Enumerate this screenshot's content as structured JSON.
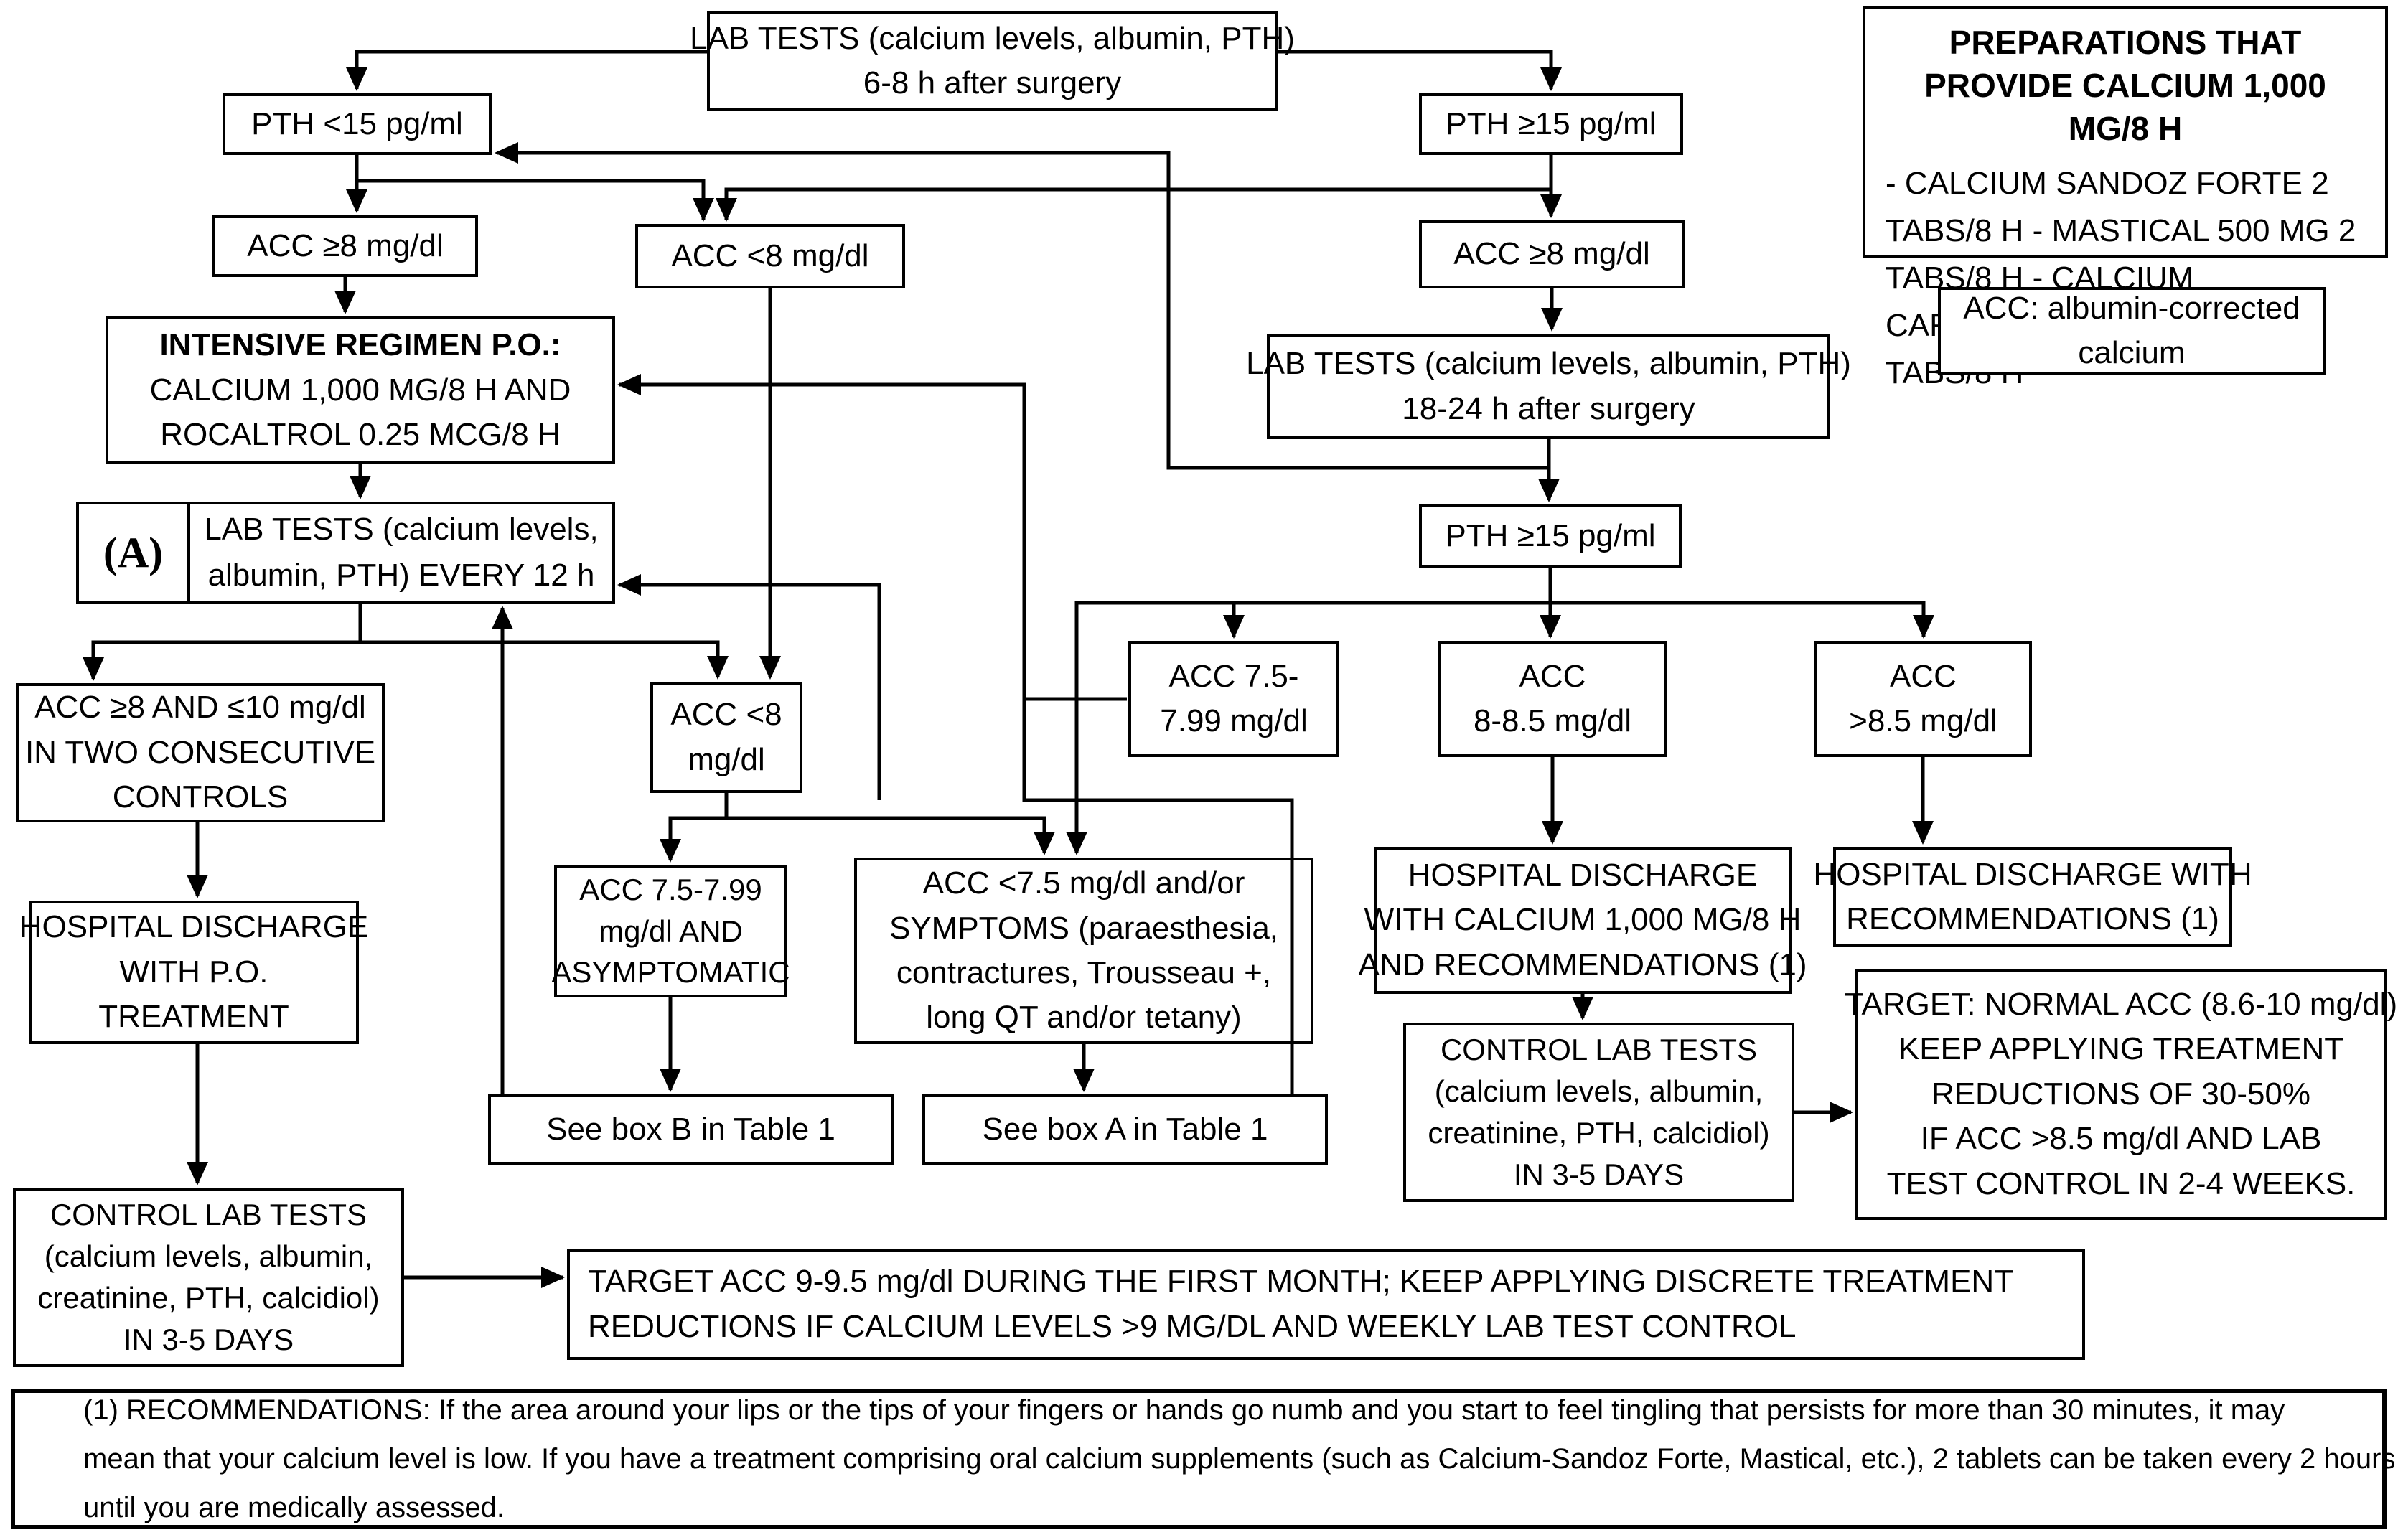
{
  "figure": {
    "type": "clinical-flowchart",
    "topic": "Post-surgery calcium / PTH management protocol",
    "background_color": "#ffffff",
    "line_color": "#000000"
  },
  "boxes": {
    "lab_tests_6_8h": {
      "lines": [
        "LAB TESTS (calcium levels, albumin, PTH)",
        "6-8 h after surgery"
      ]
    },
    "pth_low": {
      "lines": [
        "PTH <15 pg/ml"
      ]
    },
    "pth_high_1": {
      "lines": [
        "PTH ≥15 pg/ml"
      ]
    },
    "acc_high_left": {
      "lines": [
        "ACC ≥8 mg/dl"
      ]
    },
    "acc_low_top": {
      "lines": [
        "ACC <8 mg/dl"
      ]
    },
    "acc_high_right": {
      "lines": [
        "ACC ≥8 mg/dl"
      ]
    },
    "intensive": {
      "lines": [
        "INTENSIVE REGIMEN P.O.:",
        "CALCIUM 1,000 MG/8 H AND",
        "ROCALTROL 0.25 MCG/8 H"
      ]
    },
    "lab_tests_18_24h": {
      "lines": [
        "LAB TESTS (calcium levels, albumin, PTH)",
        "18-24 h after surgery"
      ]
    },
    "box_a_label": {
      "lines": [
        "(A)"
      ]
    },
    "lab_tests_12h": {
      "lines": [
        "LAB TESTS (calcium levels,",
        "albumin, PTH) EVERY 12 h"
      ]
    },
    "pth_high_2": {
      "lines": [
        "PTH ≥15 pg/ml"
      ]
    },
    "acc_8_10": {
      "lines": [
        "ACC ≥8 AND ≤10 mg/dl",
        "IN TWO CONSECUTIVE",
        "CONTROLS"
      ]
    },
    "acc_low_bottom": {
      "lines": [
        "ACC <8",
        "mg/dl"
      ]
    },
    "acc_7599_right": {
      "lines": [
        "ACC 7.5-",
        "7.99 mg/dl"
      ]
    },
    "acc_8_85": {
      "lines": [
        "ACC",
        "8-8.5 mg/dl"
      ]
    },
    "acc_85_plus": {
      "lines": [
        "ACC",
        ">8.5 mg/dl"
      ]
    },
    "hosp_po": {
      "lines": [
        "HOSPITAL DISCHARGE",
        "WITH P.O.",
        "TREATMENT"
      ]
    },
    "asymptomatic": {
      "lines": [
        "ACC 7.5-7.99",
        "mg/dl AND",
        "ASYMPTOMATIC"
      ]
    },
    "symptoms": {
      "lines": [
        "ACC <7.5 mg/dl and/or",
        "SYMPTOMS (paraesthesia,",
        "contractures, Trousseau +,",
        "long QT and/or tetany)"
      ]
    },
    "hosp_calcium": {
      "lines": [
        "HOSPITAL DISCHARGE",
        "WITH CALCIUM 1,000 MG/8 H",
        "AND RECOMMENDATIONS (1)"
      ]
    },
    "hosp_recs": {
      "lines": [
        "HOSPITAL DISCHARGE WITH",
        "RECOMMENDATIONS (1)"
      ]
    },
    "see_box_b": {
      "lines": [
        "See box B in Table 1"
      ]
    },
    "see_box_a": {
      "lines": [
        "See box A in Table 1"
      ]
    },
    "control_labs_right": {
      "lines": [
        "CONTROL LAB TESTS",
        "(calcium levels, albumin,",
        "creatinine, PTH, calcidiol)",
        "IN 3-5 DAYS"
      ]
    },
    "target_normal_acc": {
      "lines": [
        "TARGET: NORMAL ACC (8.6-10 mg/dl)",
        "KEEP APPLYING TREATMENT",
        "REDUCTIONS OF 30-50%",
        "IF ACC >8.5 mg/dl AND LAB",
        "TEST CONTROL IN 2-4 WEEKS."
      ]
    },
    "control_labs_left": {
      "lines": [
        "CONTROL LAB TESTS",
        "(calcium levels, albumin,",
        "creatinine, PTH, calcidiol)",
        "IN 3-5 DAYS"
      ]
    },
    "target_first_month": {
      "lines": [
        "TARGET ACC 9-9.5 mg/dl DURING THE FIRST MONTH; KEEP APPLYING DISCRETE TREATMENT",
        "REDUCTIONS IF CALCIUM LEVELS >9 MG/DL AND WEEKLY LAB TEST CONTROL"
      ]
    },
    "recommendations": {
      "lines": [
        "(1) RECOMMENDATIONS: If the area around your lips or the tips of your fingers or hands go numb and you start to feel tingling that persists for more than 30 minutes, it may",
        "mean that your calcium level is low. If you have a treatment comprising oral calcium supplements (such as Calcium-Sandoz Forte, Mastical, etc.), 2 tablets can be taken every 2 hours",
        "until you are medically assessed."
      ]
    },
    "preparations_title": {
      "lines": [
        "PREPARATIONS THAT PROVIDE",
        "CALCIUM 1,000 MG/8 H"
      ]
    },
    "preparations_items": {
      "lines": [
        "- CALCIUM SANDOZ FORTE 2 TABS/8 H",
        "- MASTICAL 500 MG 2 TABS/8 H",
        "- CALCIUM CARBONATE 1,250 MG 2",
        "TABS/8 H"
      ]
    },
    "acc_definition": {
      "lines": [
        "ACC: albumin-corrected",
        "calcium"
      ]
    }
  }
}
